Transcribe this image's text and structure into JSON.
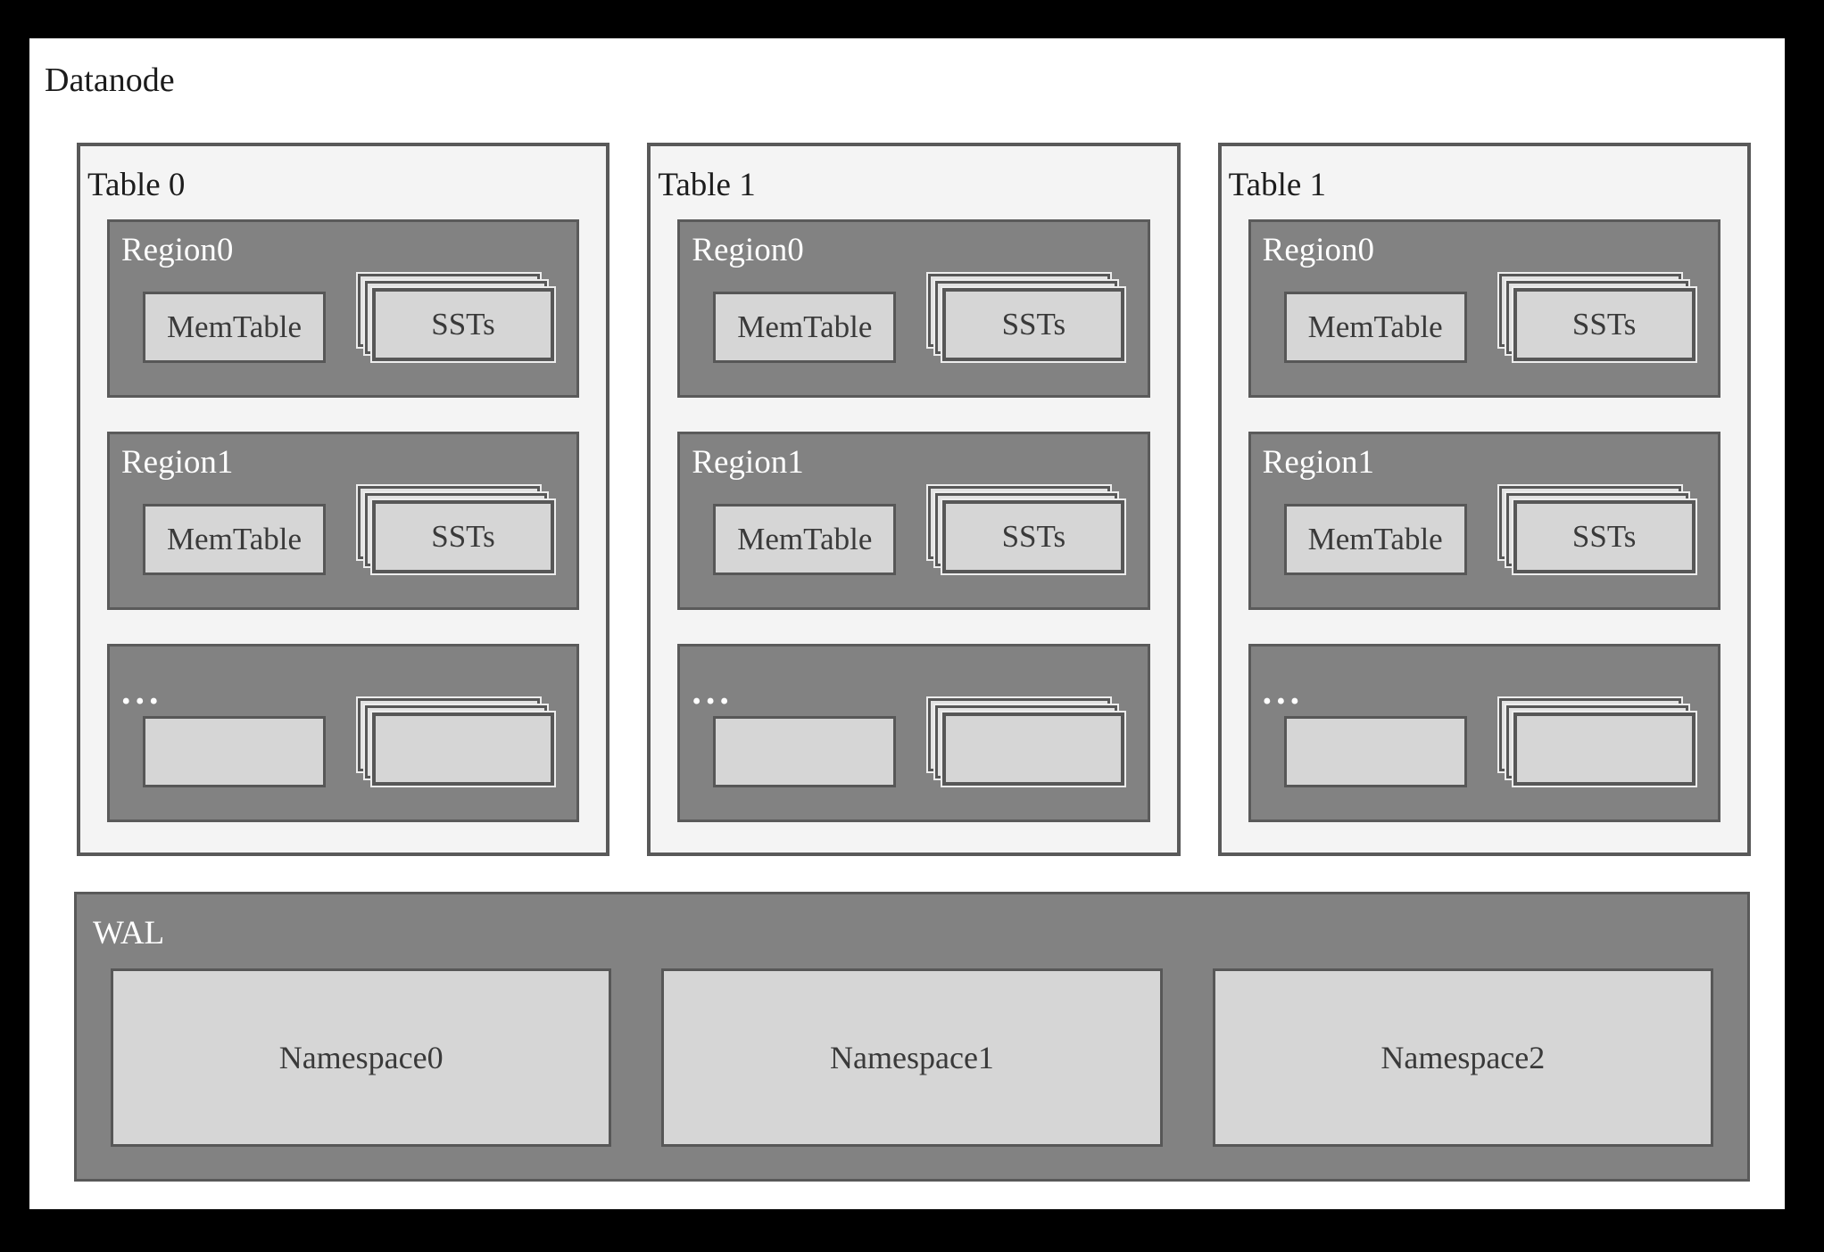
{
  "title": "Datanode",
  "colors": {
    "frame": "#000000",
    "panel": "#ffffff",
    "table_bg": "#f4f4f4",
    "table_border": "#595959",
    "region_bg": "#828282",
    "region_border": "#5a5a5a",
    "box_fill": "#d6d6d6",
    "box_border": "#575757",
    "card_back_fill": "#e3e3e3",
    "card_outline": "#ededed",
    "text_dark": "#1c1c1c",
    "text_mid": "#3a3a3a",
    "text_light": "#ffffff"
  },
  "tables": [
    {
      "label": "Table 0",
      "regions": [
        {
          "label": "Region0",
          "memtable": "MemTable",
          "ssts": "SSTs"
        },
        {
          "label": "Region1",
          "memtable": "MemTable",
          "ssts": "SSTs"
        },
        {
          "label": "...",
          "memtable": "",
          "ssts": ""
        }
      ]
    },
    {
      "label": "Table 1",
      "regions": [
        {
          "label": "Region0",
          "memtable": "MemTable",
          "ssts": "SSTs"
        },
        {
          "label": "Region1",
          "memtable": "MemTable",
          "ssts": "SSTs"
        },
        {
          "label": "...",
          "memtable": "",
          "ssts": ""
        }
      ]
    },
    {
      "label": "Table 1",
      "regions": [
        {
          "label": "Region0",
          "memtable": "MemTable",
          "ssts": "SSTs"
        },
        {
          "label": "Region1",
          "memtable": "MemTable",
          "ssts": "SSTs"
        },
        {
          "label": "...",
          "memtable": "",
          "ssts": ""
        }
      ]
    }
  ],
  "wal": {
    "label": "WAL",
    "namespaces": [
      "Namespace0",
      "Namespace1",
      "Namespace2"
    ]
  }
}
